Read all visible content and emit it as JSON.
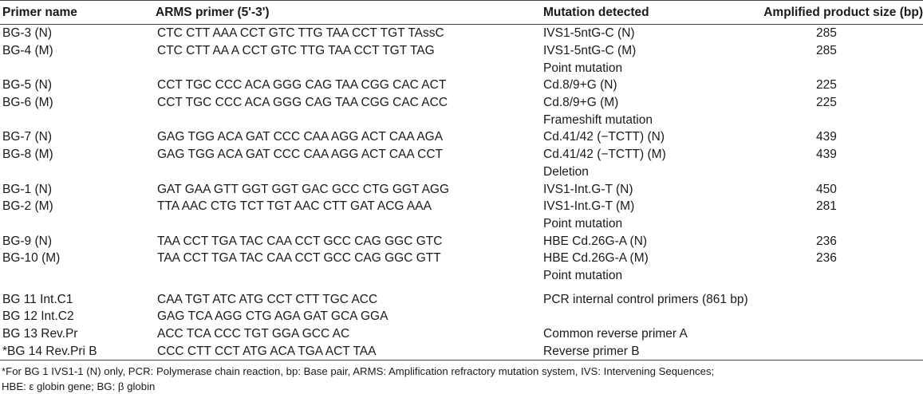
{
  "headers": [
    "Primer name",
    "ARMS primer (5'-3')",
    "Mutation detected",
    "Amplified product size (bp)"
  ],
  "rows": [
    [
      "BG-3 (N)",
      "CTC CTT AAA CCT GTC TTG TAA CCT TGT TAssC",
      "IVS1-5ntG-C (N)",
      "285"
    ],
    [
      "BG-4 (M)",
      "CTC CTT AA A CCT GTC TTG TAA CCT TGT TAG",
      "IVS1-5ntG-C (M)",
      "285"
    ],
    [
      "",
      "",
      "Point mutation",
      ""
    ],
    [
      "BG-5 (N)",
      "CCT TGC CCC ACA GGG CAG TAA CGG CAC ACT",
      "Cd.8/9+G (N)",
      "225"
    ],
    [
      "BG-6 (M)",
      "CCT TGC CCC ACA GGG CAG TAA CGG CAC ACC",
      "Cd.8/9+G (M)",
      "225"
    ],
    [
      "",
      "",
      "Frameshift mutation",
      ""
    ],
    [
      "BG-7 (N)",
      "GAG TGG ACA GAT CCC CAA AGG ACT CAA AGA",
      "Cd.41/42 (−TCTT) (N)",
      "439"
    ],
    [
      "BG-8 (M)",
      "GAG TGG ACA GAT CCC CAA AGG ACT CAA CCT",
      "Cd.41/42 (−TCTT) (M)",
      "439"
    ],
    [
      "",
      "",
      "Deletion",
      ""
    ],
    [
      "BG-1 (N)",
      "GAT GAA GTT GGT GGT GAC GCC CTG GGT AGG",
      "IVS1-Int.G-T (N)",
      "450"
    ],
    [
      "BG-2 (M)",
      "TTA AAC CTG TCT TGT AAC CTT GAT ACG AAA",
      "IVS1-Int.G-T (M)",
      "281"
    ],
    [
      "",
      "",
      "Point mutation",
      ""
    ],
    [
      "BG-9 (N)",
      "TAA CCT TGA TAC CAA CCT GCC CAG GGC GTC",
      "HBE Cd.26G-A (N)",
      "236"
    ],
    [
      "BG-10 (M)",
      "TAA CCT TGA TAC CAA CCT GCC CAG GGC GTT",
      "HBE Cd.26G-A (M)",
      "236"
    ],
    [
      "",
      "",
      "Point mutation",
      ""
    ]
  ],
  "rows2": [
    [
      "BG 11 Int.C1",
      "CAA TGT ATC ATG CCT CTT TGC ACC",
      "PCR internal control primers (861 bp)",
      ""
    ],
    [
      "BG 12 Int.C2",
      "GAG TCA AGG CTG AGA GAT GCA GGA",
      "",
      ""
    ],
    [
      "BG 13 Rev.Pr",
      "ACC TCA CCC TGT GGA GCC AC",
      "Common reverse primer A",
      ""
    ],
    [
      "*BG 14 Rev.Pri B",
      "CCC CTT CCT ATG ACA TGA ACT TAA",
      "Reverse primer B",
      ""
    ]
  ],
  "footnote_line1": "*For BG 1 IVS1-1 (N) only, PCR: Polymerase chain reaction, bp: Base pair, ARMS: Amplification refractory mutation system, IVS: Intervening  Sequences;",
  "footnote_line2": "HBE: ε globin gene; BG: β globin"
}
